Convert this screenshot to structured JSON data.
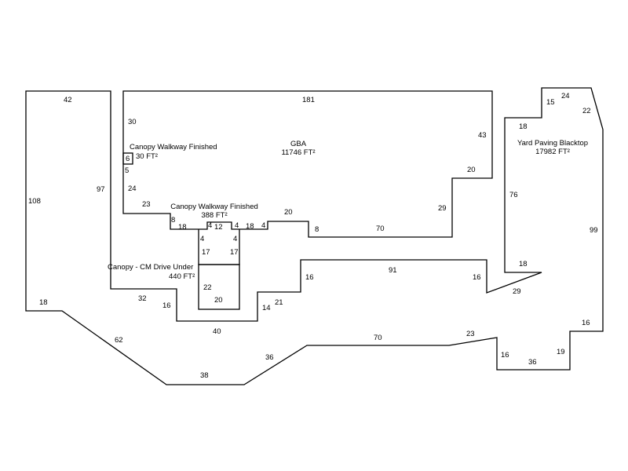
{
  "areas": {
    "gba": {
      "name": "GBA",
      "size": "11746 FT²"
    },
    "canopy_small": {
      "name": "Canopy Walkway Finished",
      "size": "30 FT²"
    },
    "canopy_walkway": {
      "name": "Canopy Walkway Finished",
      "size": "388 FT²"
    },
    "canopy_drive": {
      "name": "Canopy - CM Drive Under",
      "size": "440 FT²"
    },
    "yard": {
      "name": "Yard Paving Blacktop",
      "size": "17982 FT²"
    }
  },
  "dimensions": {
    "d42": "42",
    "d108": "108",
    "d97": "97",
    "d18a": "18",
    "d62": "62",
    "d38": "38",
    "d36a": "36",
    "d181": "181",
    "d30": "30",
    "d6": "6",
    "d5": "5",
    "d24a": "24",
    "d23a": "23",
    "d8a": "8",
    "d18b": "18",
    "d4a": "4",
    "d12": "12",
    "d4b": "4",
    "d18c": "18",
    "d4c": "4",
    "d20a": "20",
    "d8b": "8",
    "d70a": "70",
    "d29a": "29",
    "d20b": "20",
    "d43": "43",
    "d4d": "4",
    "d4e": "4",
    "d17a": "17",
    "d17b": "17",
    "d22a": "22",
    "d20c": "20",
    "d32": "32",
    "d16a": "16",
    "d40": "40",
    "d14": "14",
    "d21": "21",
    "d16b": "16",
    "d91": "91",
    "d16c": "16",
    "d29b": "29",
    "d70b": "70",
    "d23b": "23",
    "d16d": "16",
    "d36b": "36",
    "d19": "19",
    "d16e": "16",
    "d99": "99",
    "d18d": "18",
    "d76": "76",
    "d18e": "18",
    "d15": "15",
    "d24b": "24",
    "d22b": "22"
  }
}
